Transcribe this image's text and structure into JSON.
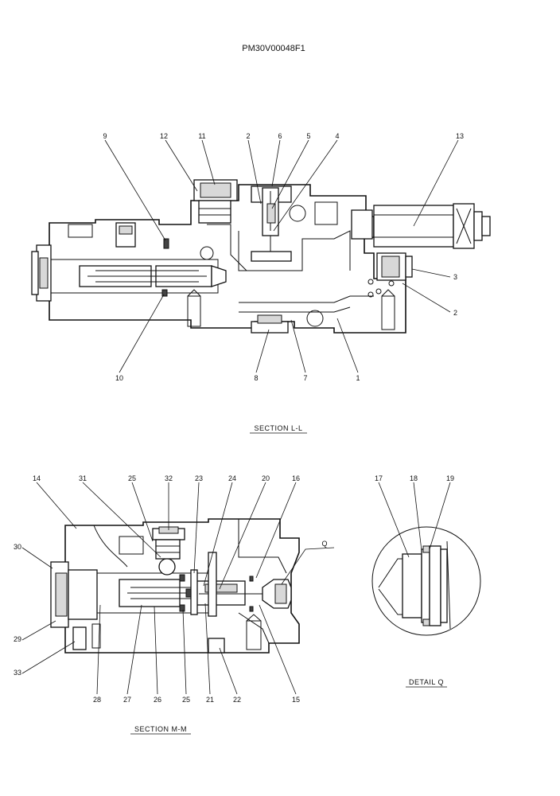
{
  "drawing_id": "PM30V00048F1",
  "section_ll": {
    "caption": "SECTION  L-L",
    "callouts": [
      "9",
      "12",
      "11",
      "2",
      "6",
      "5",
      "4",
      "13",
      "3",
      "2",
      "10",
      "8",
      "7",
      "1"
    ]
  },
  "section_mm": {
    "caption": "SECTION  M-M",
    "callouts": [
      "14",
      "31",
      "25",
      "32",
      "23",
      "24",
      "20",
      "16",
      "30",
      "Q",
      "29",
      "33",
      "28",
      "27",
      "26",
      "25",
      "21",
      "22",
      "15"
    ]
  },
  "detail_q": {
    "caption": "DETAIL  Q",
    "callouts": [
      "17",
      "18",
      "19"
    ]
  }
}
